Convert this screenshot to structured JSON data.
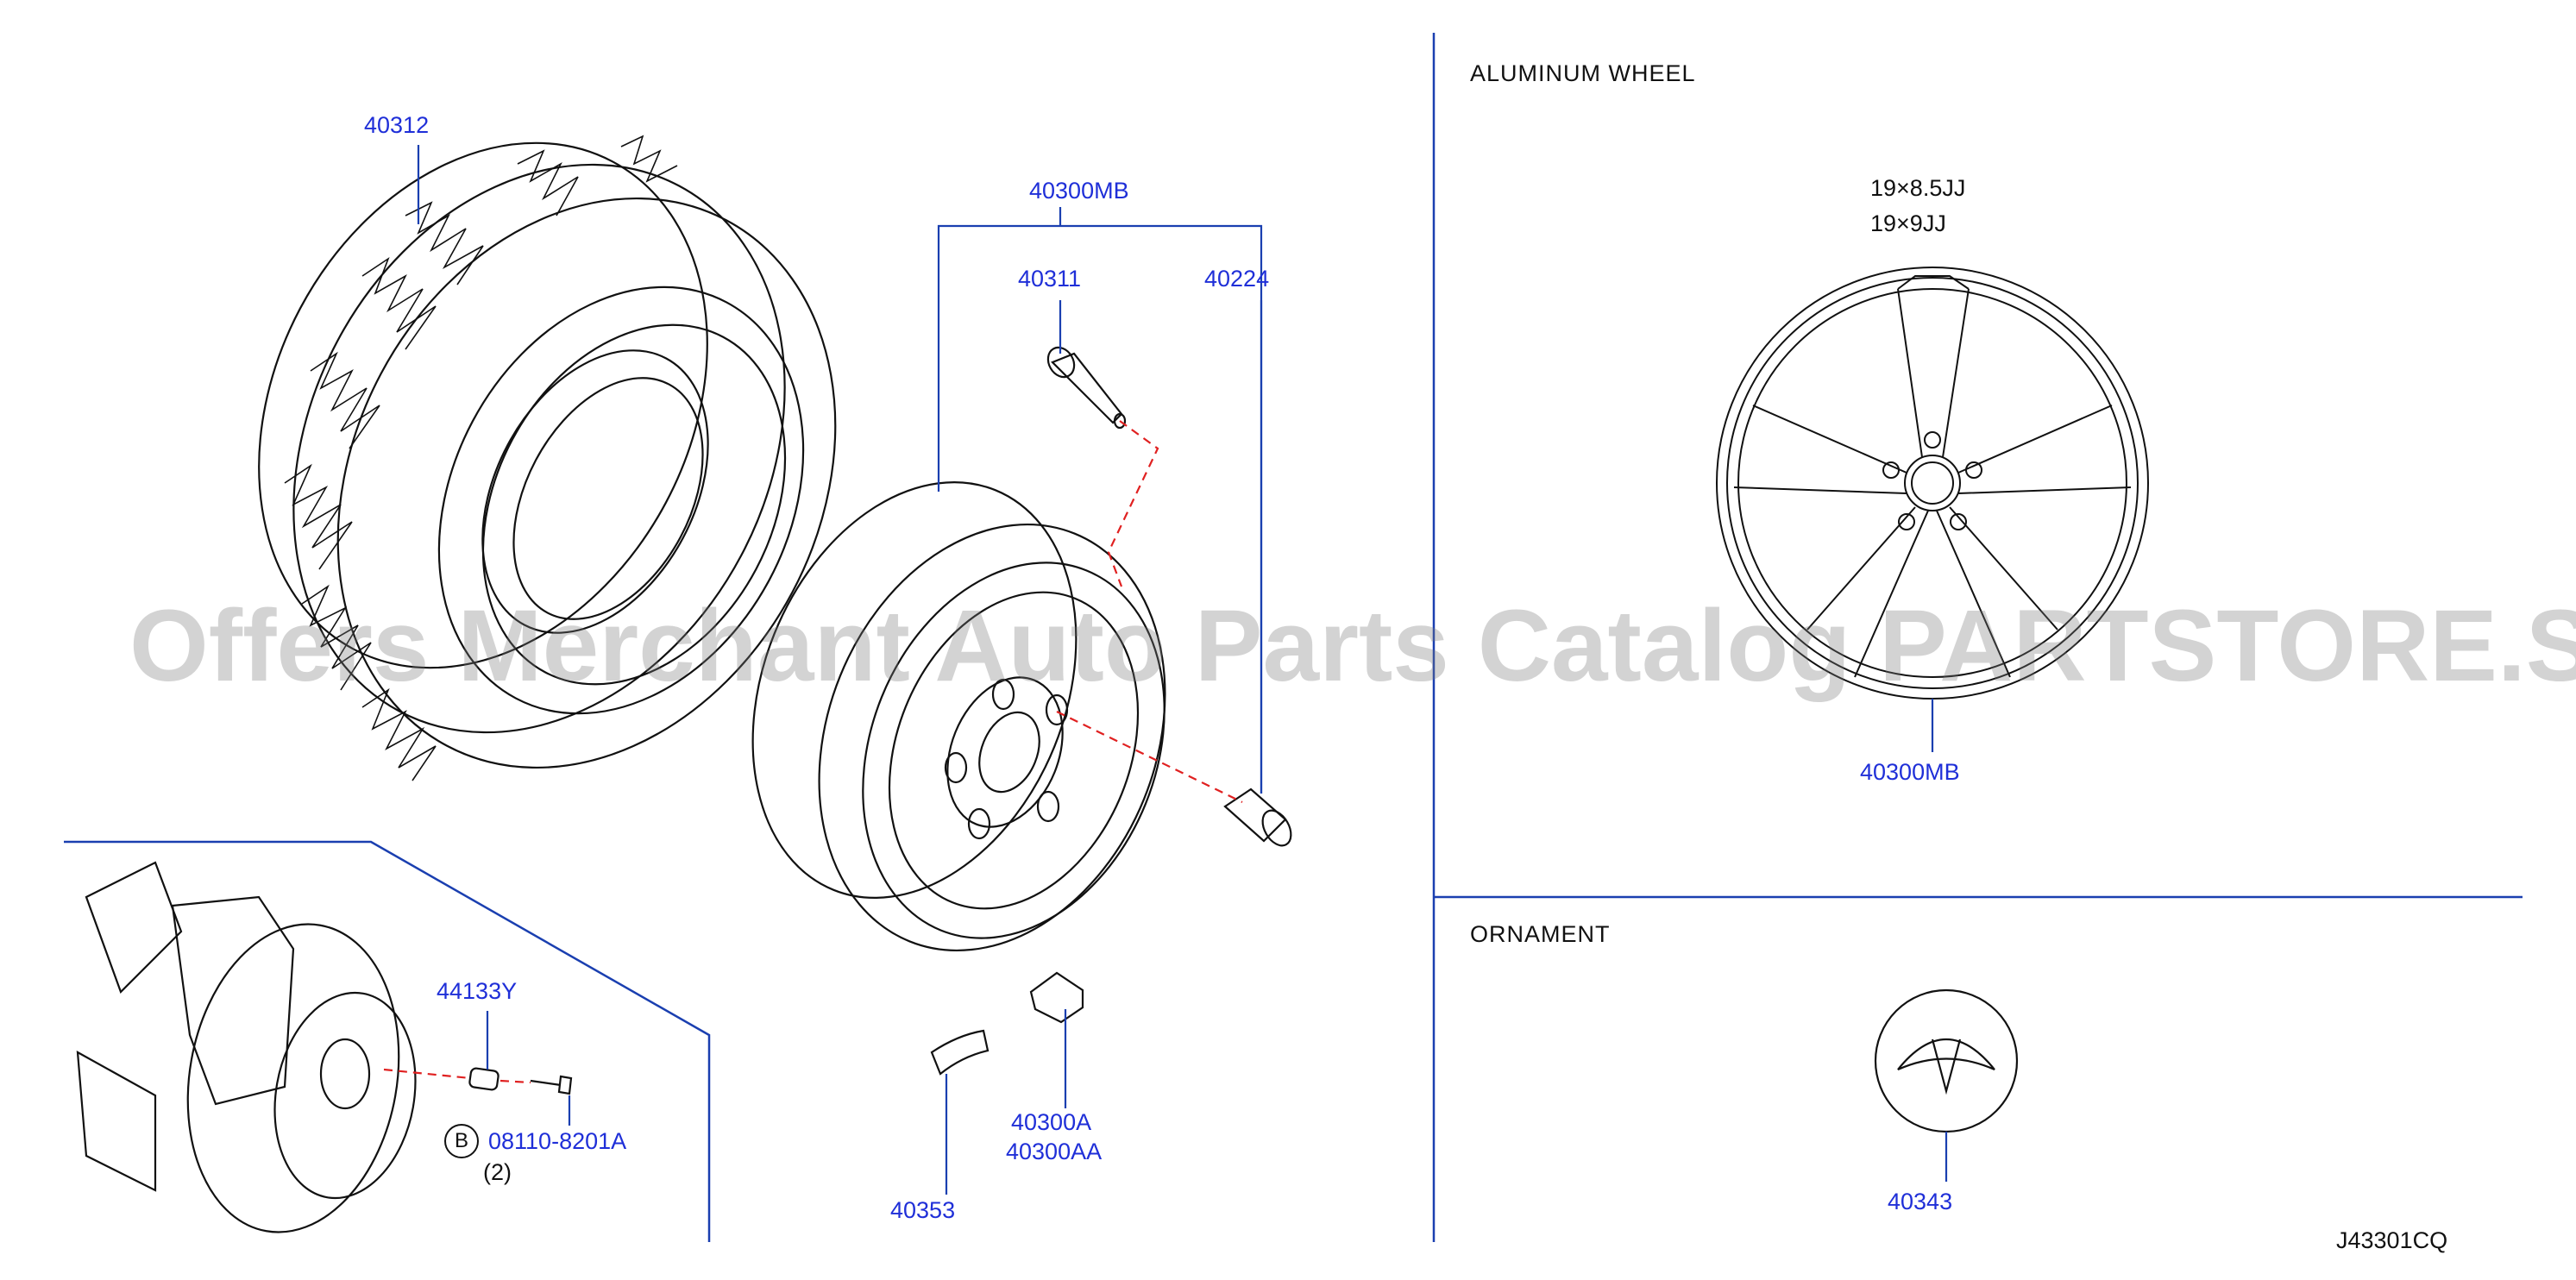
{
  "labels": {
    "tire": "40312",
    "wheel_assy": "40300MB",
    "valve": "40311",
    "nut": "40224",
    "stud": "44133Y",
    "bolt": "08110-8201A",
    "bolt_qty": "(2)",
    "bolt_symbol": "B",
    "weight_a": "40300A",
    "weight_aa": "40300AA",
    "balance_weight": "40353",
    "alloy_wheel": "40300MB",
    "ornament": "40343",
    "diagram_code": "J43301CQ"
  },
  "sections": {
    "aluminum_wheel": "ALUMINUM   WHEEL",
    "ornament": "ORNAMENT"
  },
  "sizes": [
    "19×8.5JJ",
    "19×9JJ"
  ],
  "watermark": "Offers Merchant Auto Parts Catalog PARTSTORE.SA",
  "colors": {
    "callout": "#1f2fd8",
    "leader": "#1a3fb0",
    "drawing": "#111111",
    "dashed": "#e02020"
  }
}
